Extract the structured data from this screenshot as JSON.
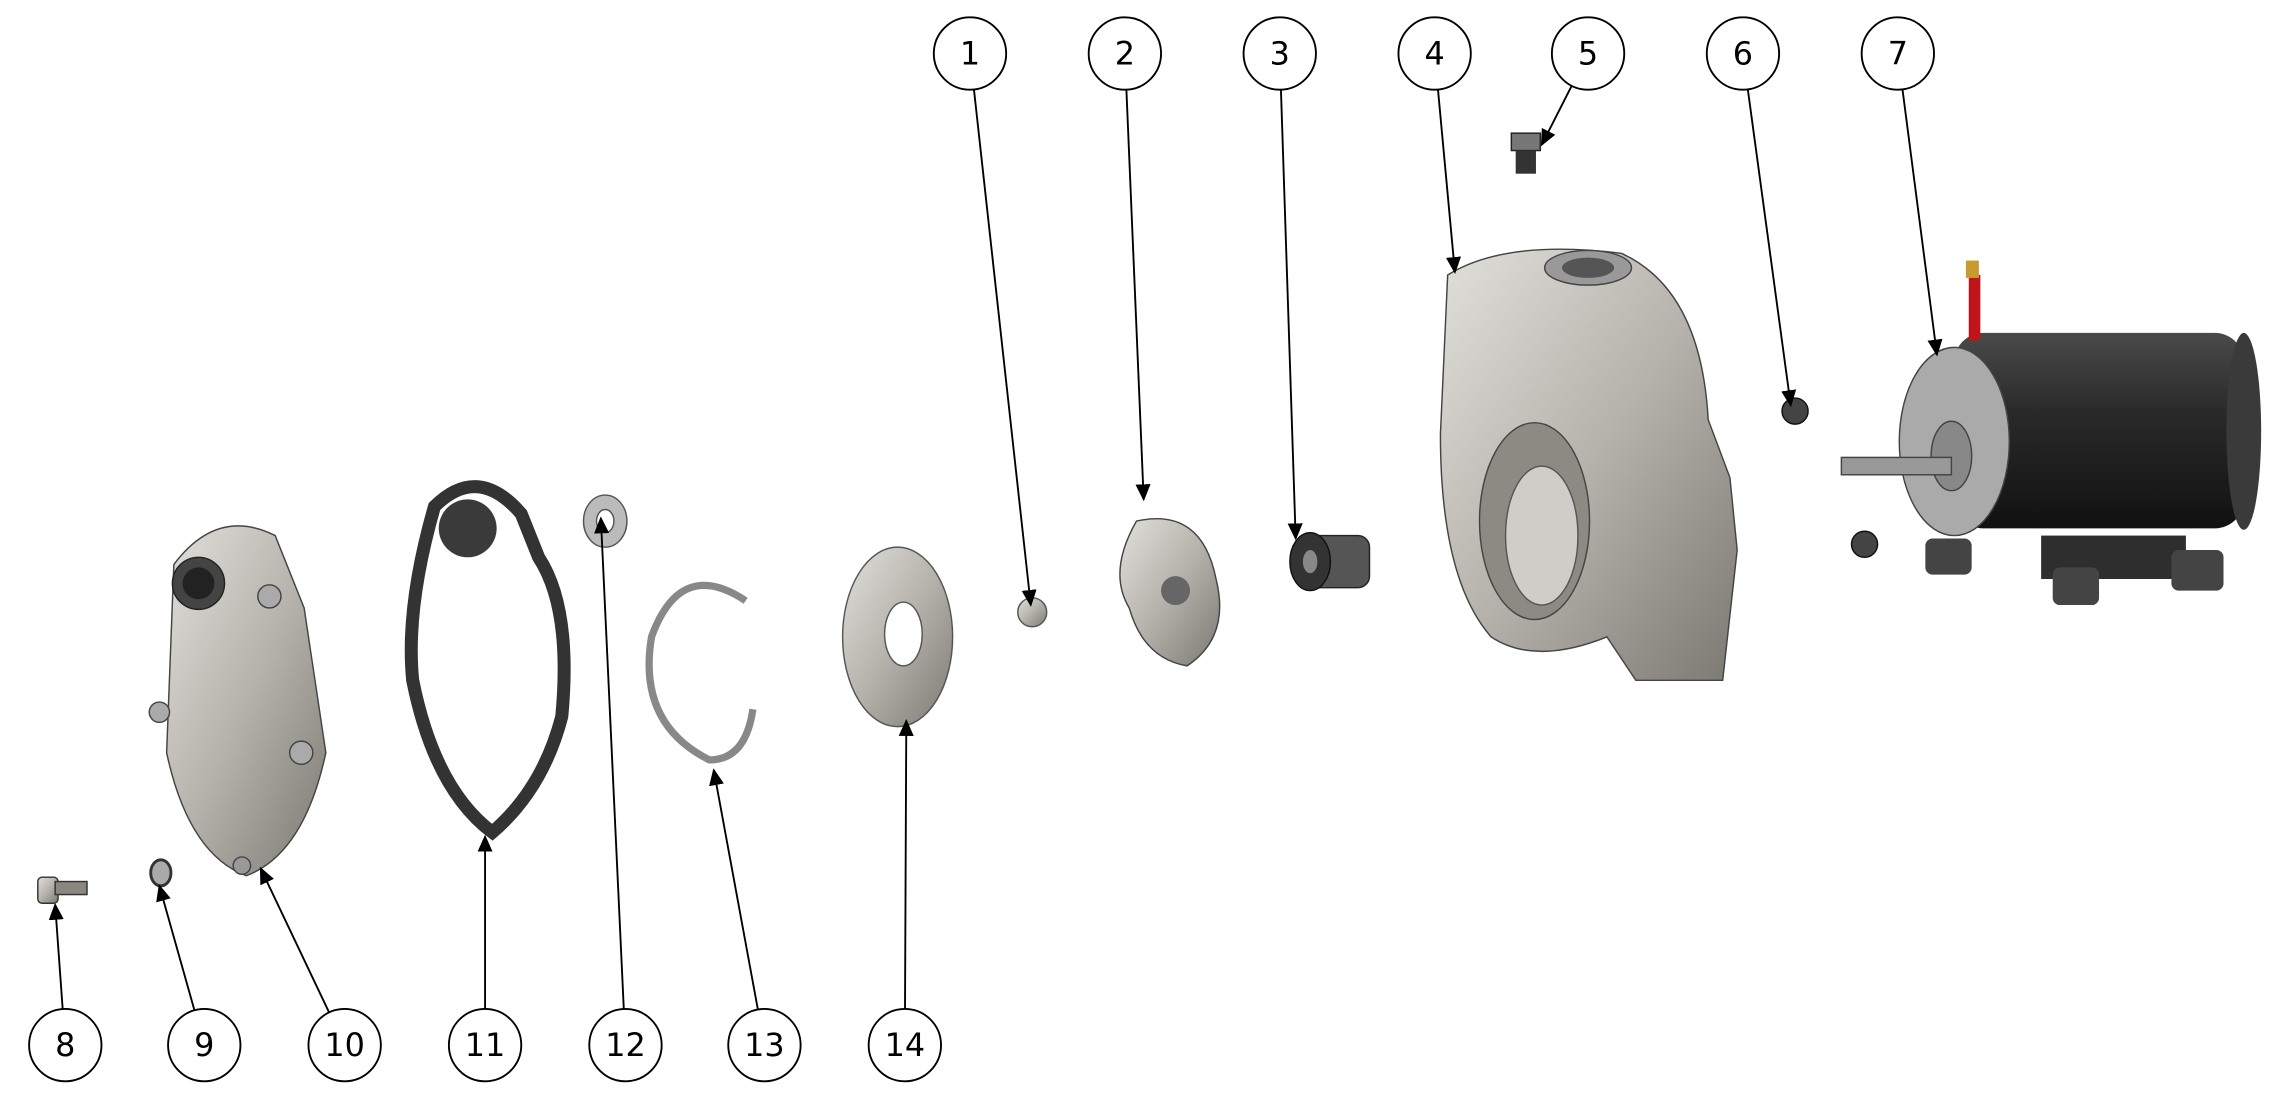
{
  "callouts": [
    "1",
    "2",
    "3",
    "4",
    "5",
    "6",
    "7",
    "8",
    "9",
    "10",
    "11",
    "12",
    "13",
    "14"
  ],
  "colors": {
    "metal": "#b9b6b0",
    "dark": "#2a2a2a",
    "gasket": "#333333",
    "wire_red": "#c0141a"
  }
}
